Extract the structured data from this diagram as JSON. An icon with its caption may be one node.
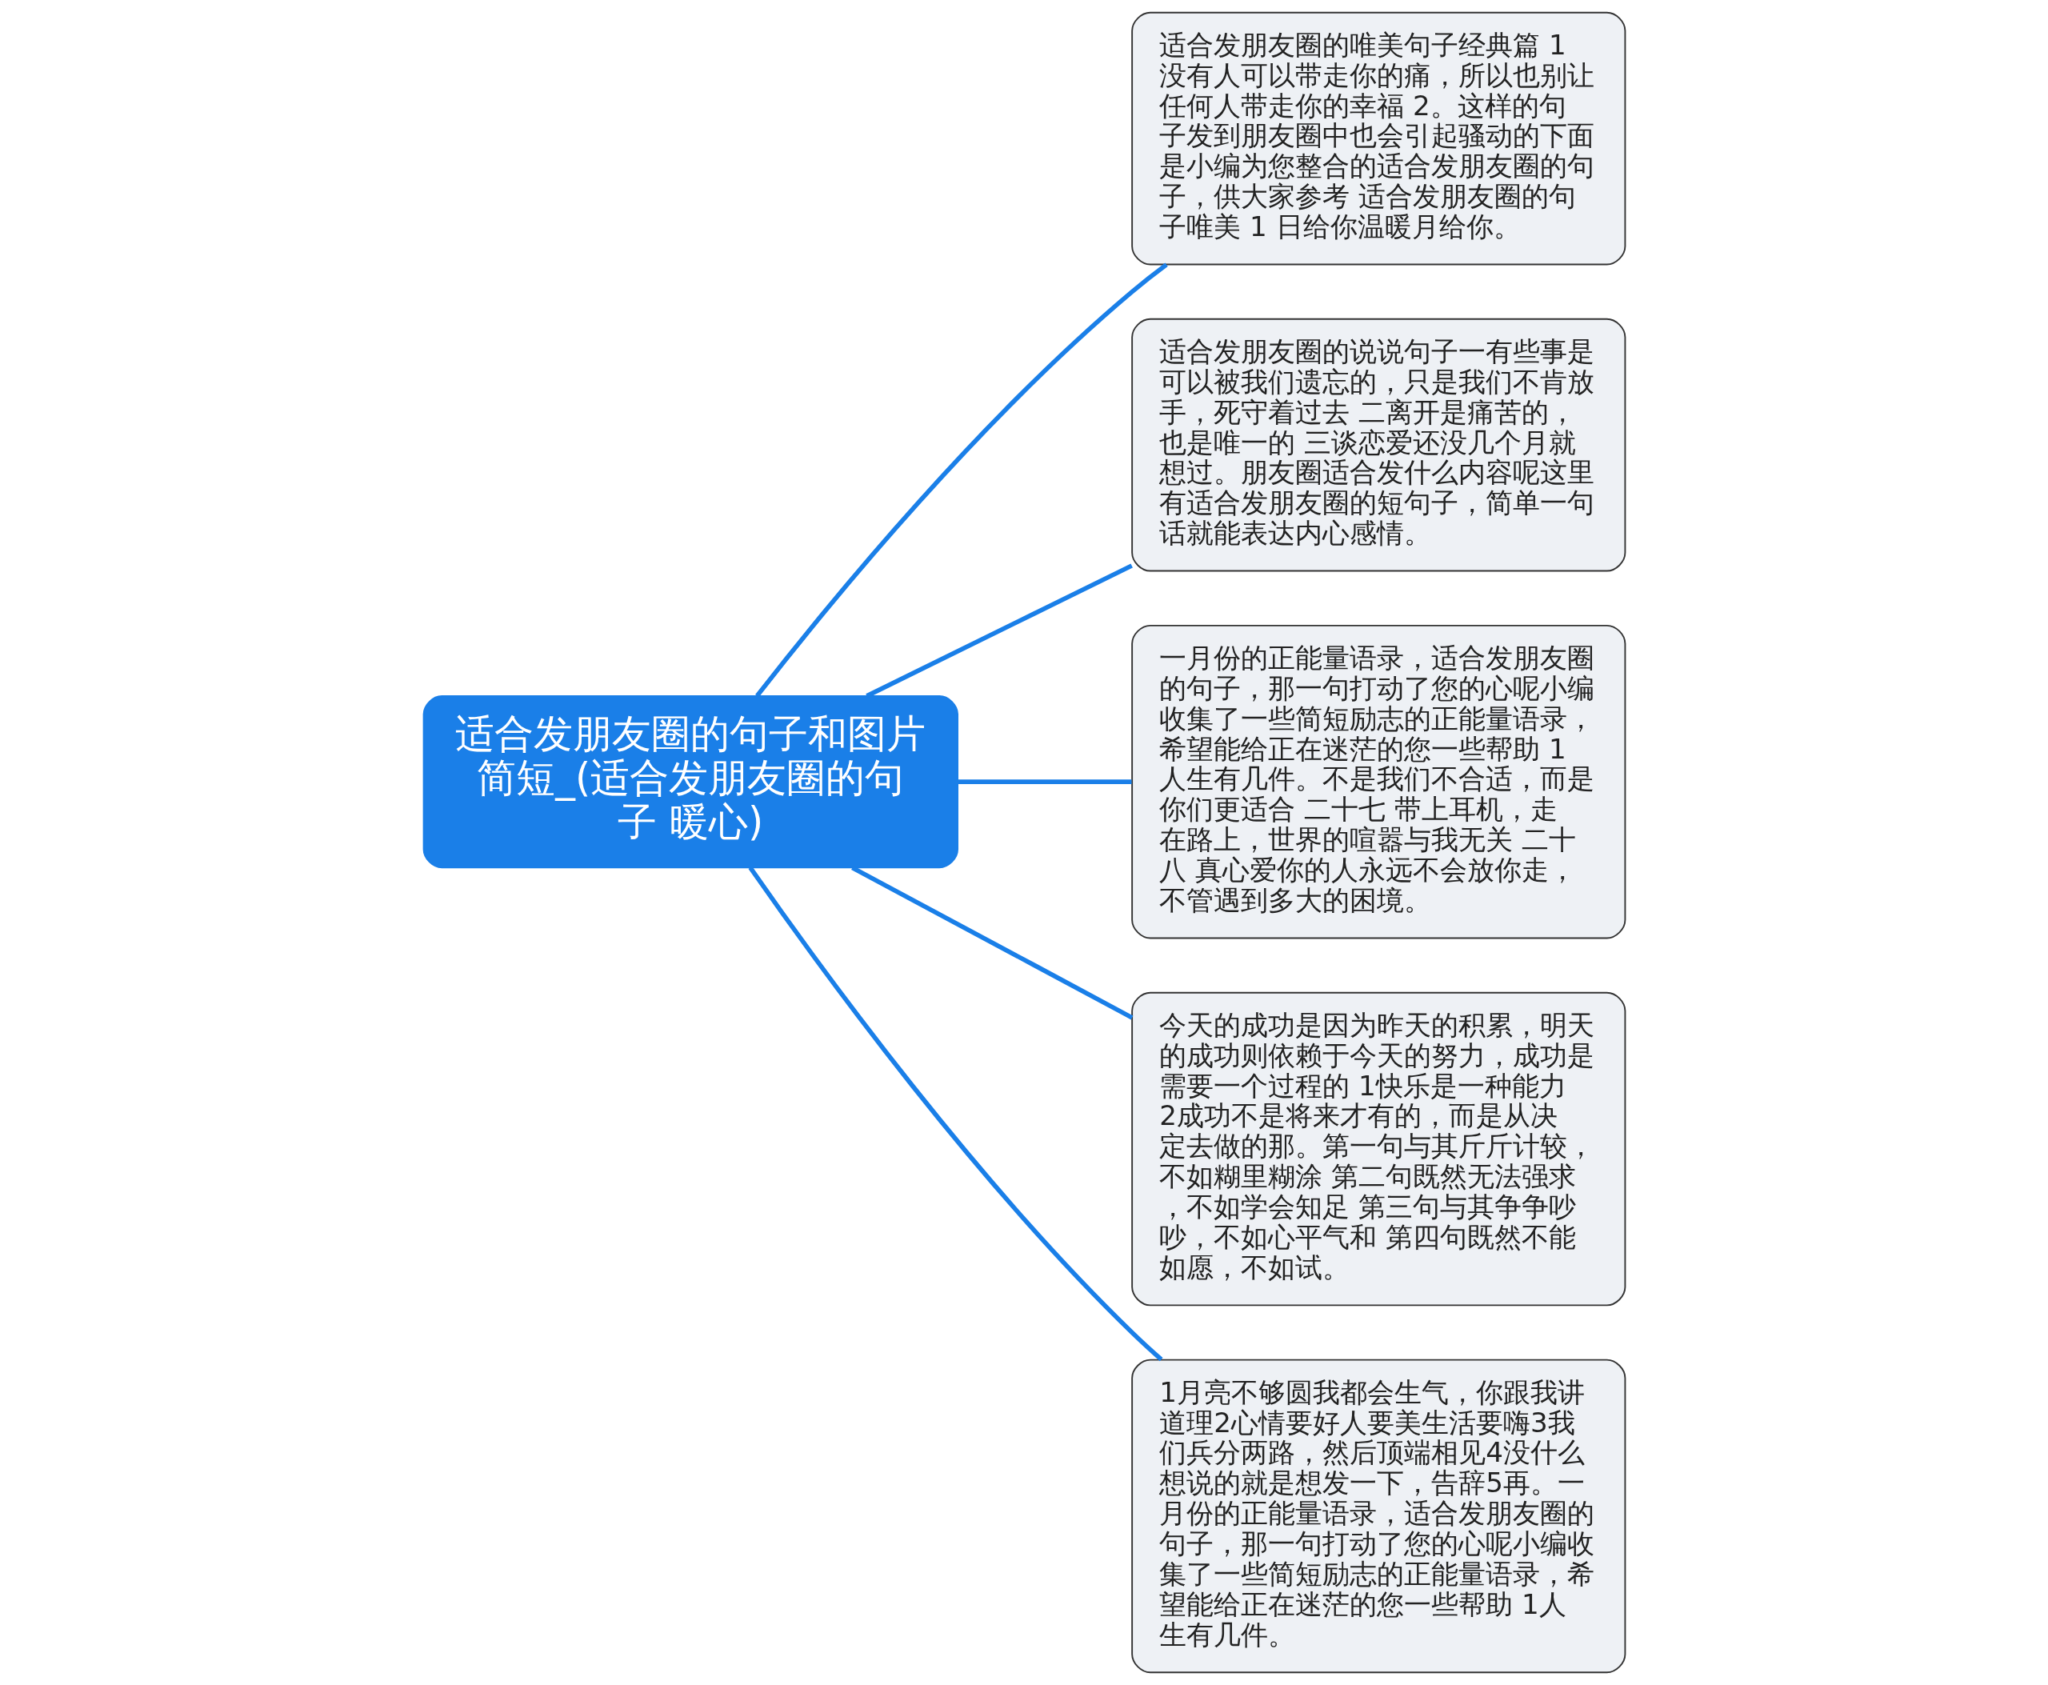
{
  "diagram": {
    "nodes": [
      {
        "text": [
          "适合发朋友圈的句子和图片简短_(适合发朋友圈的句子 暖心)"
        ]
      },
      {
        "text": [
          "适合发朋友圈的唯美句子经典篇 1没有人可以带走你的痛，所以也别让任何人带走你的幸福 2。这样的句子发到朋友圈中也会引起骚动的下面是小编为您整合的适合发朋友圈的句子，供大家参考 适合发朋友圈的句子唯美 1 日给你温暖月给你。"
        ]
      },
      {
        "text": [
          "适合发朋友圈的说说句子一有些事是可以被我们遗忘的，只是我们不肯放手，死守着过去 二离开是痛苦的，也是唯一的 三谈恋爱还没几个月就想过。朋友圈适合发什么内容呢这里有适合发朋友圈的短句子，简单一句话就能表达内心感情。"
        ]
      },
      {
        "text": [
          "一月份的正能量语录，适合发朋友圈的句子，那一句打动了您的心呢小编收集了一些简短励志的正能量语录，希望能给正在迷茫的您一些帮助 1人生有几件。不是我们不合适，而是你们更适合 二十七 带上耳机，走在路上，世界的喧嚣与我无关 二十八 真心爱你的人永远不会放你走，不管遇到多大的困境。"
        ]
      },
      {
        "text": [
          "今天的成功是因为昨天的积累，明天的成功则依赖于今天的努力，成功是需要一个过程的 1快乐是一种能力 2成功不是将来才有的，而是从决定去做的那。第一句与其斤斤计较，不如糊里糊涂 第二句既然无法强求，不如学会知足 第三句与其争争吵吵，不如心平气和 第四句既然不能如愿，不如试。"
        ]
      },
      {
        "text": [
          "1月亮不够圆我都会生气，你跟我讲道理2心情要好人要美生活要嗨3我们兵分两路，然后顶端相见4没什么想说的就是想发一下，告辞5再。一月份的正能量语录，适合发朋友圈的句子，那一句打动了您的心呢小编收集了一些简短励志的正能量语录，希望能给正在迷茫的您一些帮助 1人生有几件。"
        ]
      }
    ],
    "edges": [
      {
        "from": 0,
        "to": 1,
        "arrow": "none"
      },
      {
        "from": 0,
        "to": 2,
        "arrow": "none"
      },
      {
        "from": 0,
        "to": 3,
        "arrow": "none"
      },
      {
        "from": 0,
        "to": 4,
        "arrow": "none"
      },
      {
        "from": 0,
        "to": 5,
        "arrow": "none"
      }
    ]
  }
}
